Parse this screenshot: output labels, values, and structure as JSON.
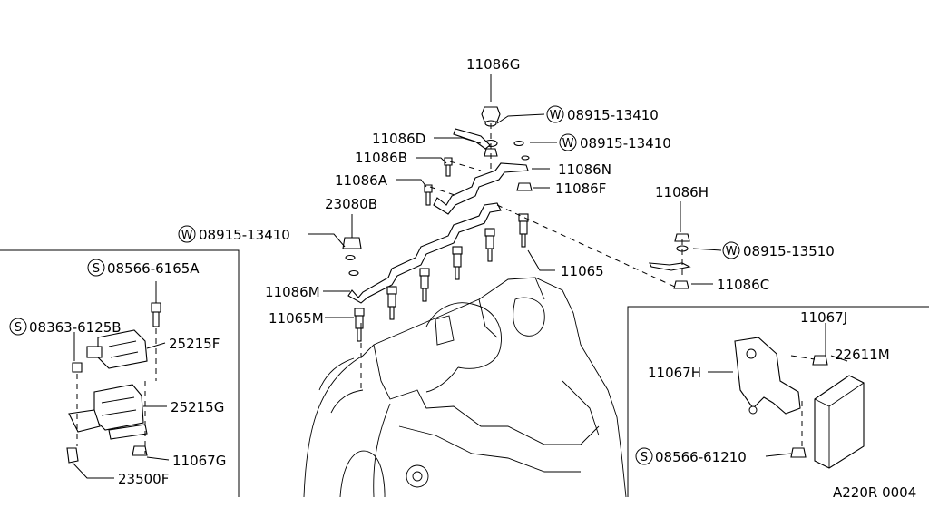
{
  "labels": {
    "p11086G": "11086G",
    "p11086D": "11086D",
    "p11086B": "11086B",
    "p11086A": "11086A",
    "p23080B": "23080B",
    "p11086N": "11086N",
    "p11086F": "11086F",
    "p11086H": "11086H",
    "p11086C": "11086C",
    "p11065": "11065",
    "p11086M": "11086M",
    "p11065M": "11065M",
    "w1": "08915-13410",
    "w2": "08915-13410",
    "w3": "08915-13410",
    "w4": "08915-13510",
    "s1": "08566-6165A",
    "s2": "08363-6125B",
    "p25215F": "25215F",
    "p25215G": "25215G",
    "p11067G": "11067G",
    "p23500F": "23500F",
    "p11067J": "11067J",
    "p11067H": "11067H",
    "p22611M": "22611M",
    "s3": "08566-61210",
    "code": "A220R 0004"
  },
  "symbols": {
    "washer": "W",
    "screw": "S"
  }
}
